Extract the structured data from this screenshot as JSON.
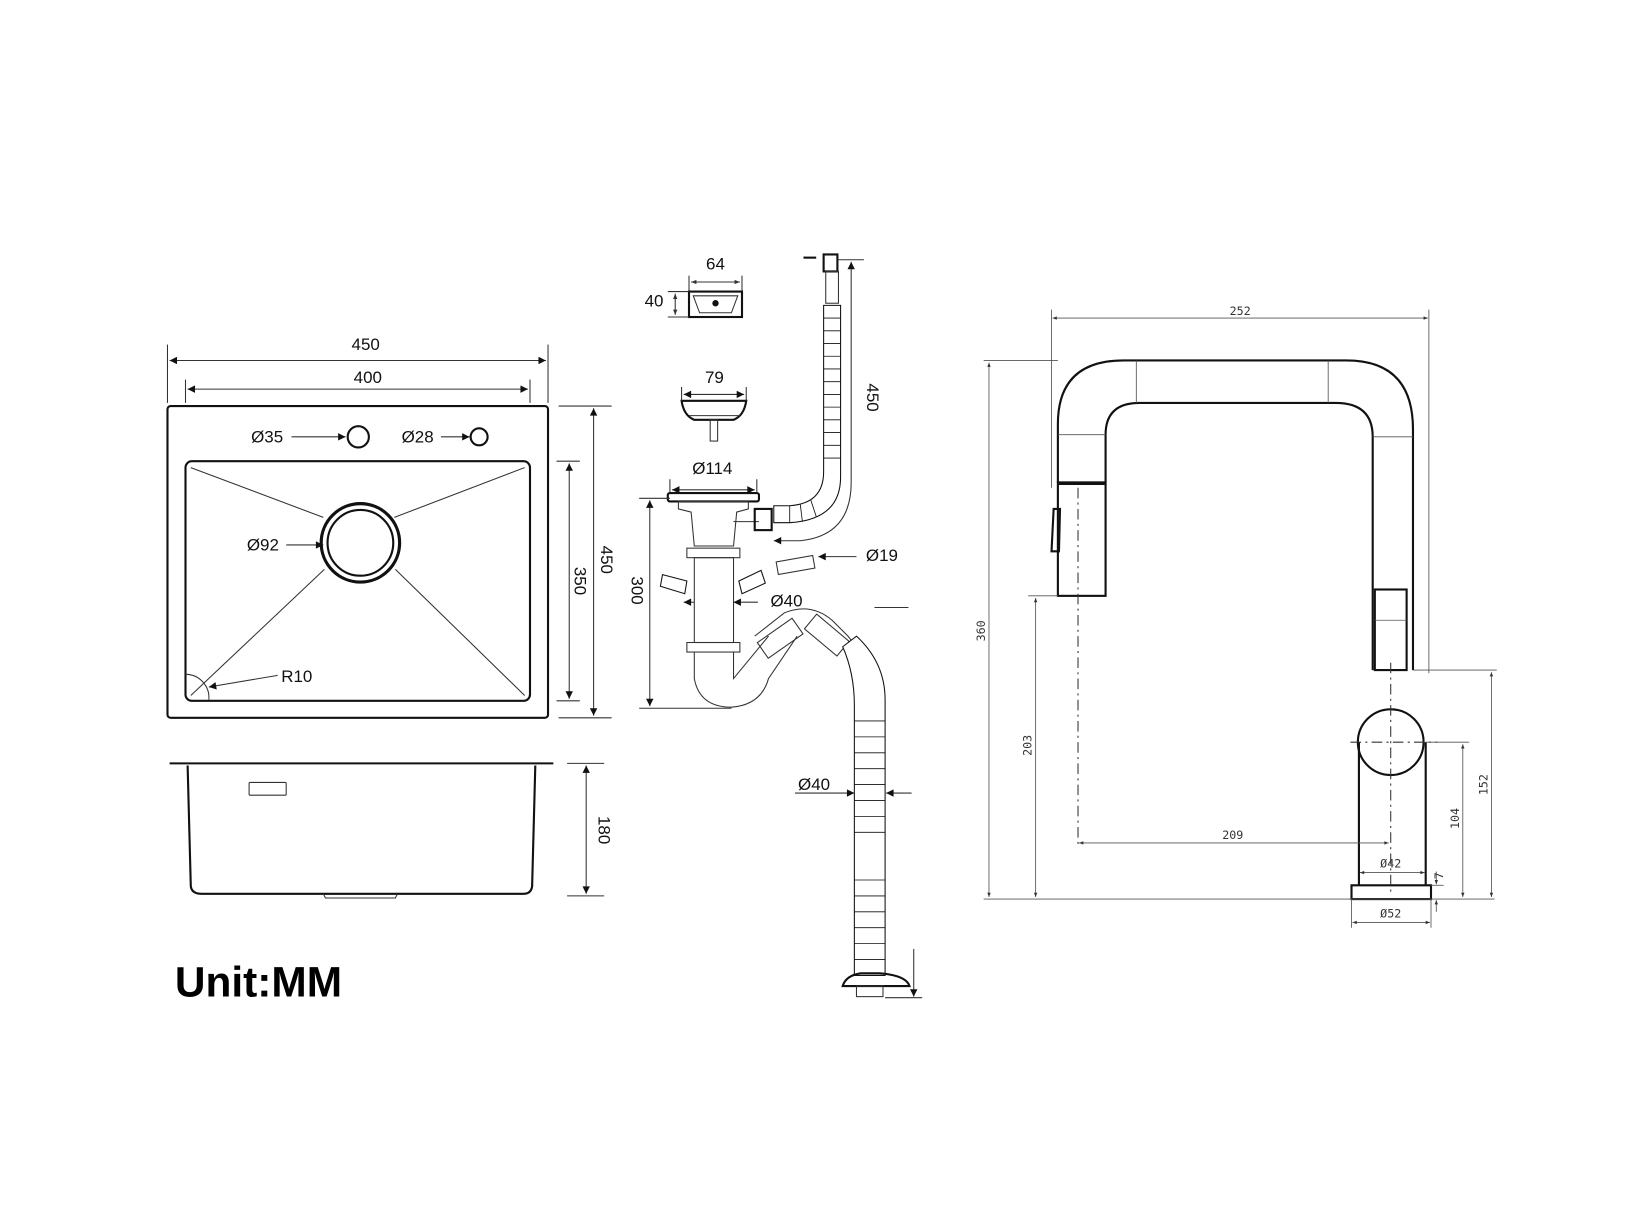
{
  "unit_label": "Unit:MM",
  "sink": {
    "overall_width": "450",
    "inner_width": "400",
    "overall_depth": "450",
    "inner_depth": "350",
    "bowl_height": "180",
    "tap_hole": "Ø35",
    "soap_hole": "Ø28",
    "drain_hole": "Ø92",
    "corner_radius": "R10"
  },
  "drain_kit": {
    "overflow_width": "64",
    "overflow_height": "40",
    "strainer_basket": "79",
    "strainer_flange": "Ø114",
    "trap_height": "300",
    "trap_pipe": "Ø40",
    "overflow_hose_length": "450",
    "overflow_pipe": "Ø19",
    "drain_hose": "Ø40"
  },
  "faucet": {
    "width": "252",
    "height": "360",
    "spout_height": "203",
    "reach": "209",
    "handle_height": "152",
    "handle_center": "104",
    "base_plate": "7",
    "body_diameter": "Ø42",
    "base_diameter": "Ø52"
  }
}
